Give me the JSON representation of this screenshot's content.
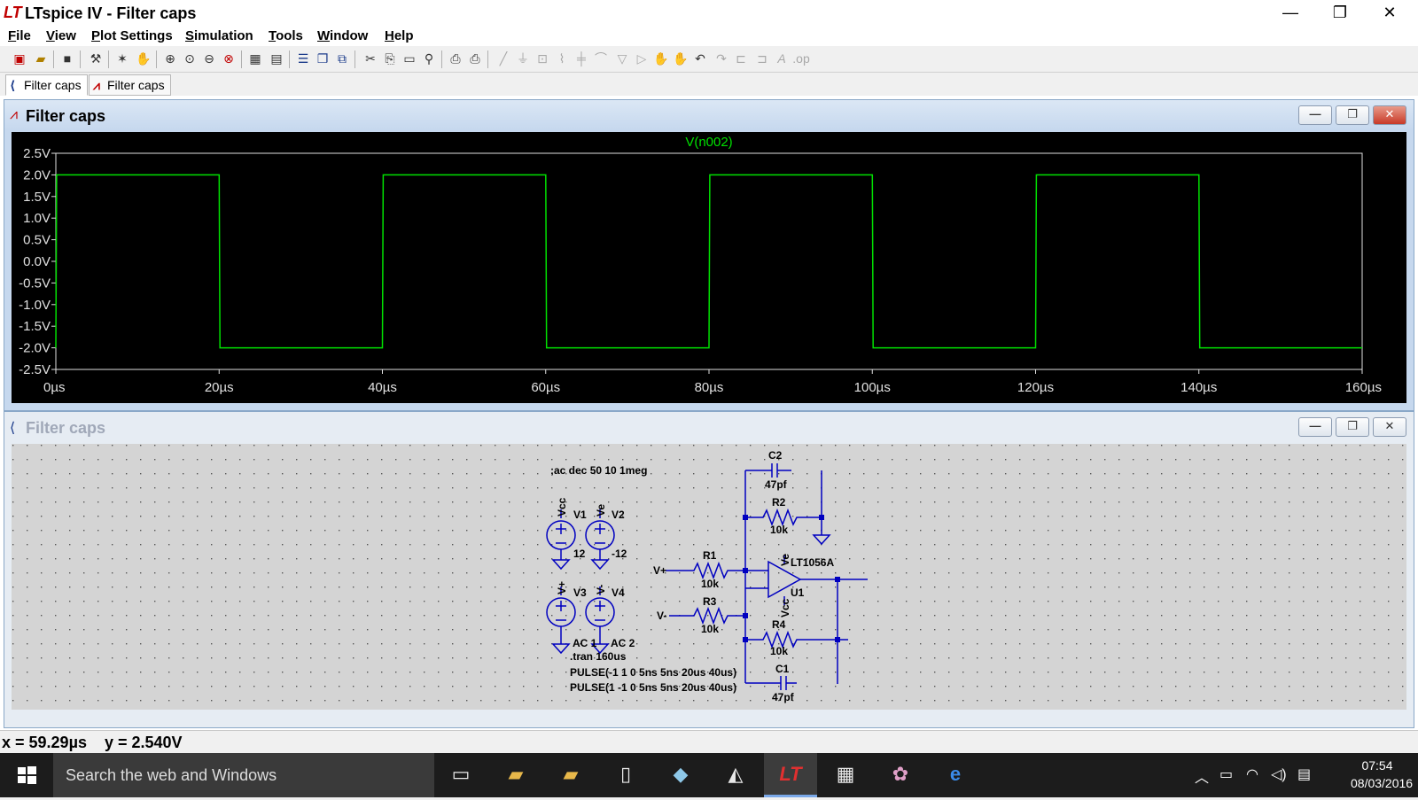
{
  "window": {
    "title": "LTspice IV - Filter caps",
    "logo_text": "LT"
  },
  "window_controls": {
    "minimize": "—",
    "restore": "❐",
    "close": "✕"
  },
  "menu": [
    "File",
    "View",
    "Plot Settings",
    "Simulation",
    "Tools",
    "Window",
    "Help"
  ],
  "toolbar_icons": [
    "new-schematic-icon",
    "open-icon",
    "save-icon",
    "control-panel-icon",
    "run-icon",
    "pan-icon",
    "zoom-in-icon",
    "zoom-area-icon",
    "zoom-out-icon",
    "zoom-cancel-icon",
    "autorange-icon",
    "zoom-full-icon",
    "tile-horizontal-icon",
    "cascade-icon",
    "close-all-icon",
    "cut-icon",
    "copy-icon",
    "paste-icon",
    "find-icon",
    "print-setup-icon",
    "print-icon",
    "draw-wire-icon",
    "ground-icon",
    "label-net-icon",
    "resistor-icon",
    "capacitor-icon",
    "inductor-icon",
    "diode-icon",
    "component-icon",
    "move-icon",
    "drag-icon",
    "undo-icon",
    "redo-icon",
    "rotate-icon",
    "mirror-icon",
    "text-icon",
    "spice-directive-icon"
  ],
  "tabs": [
    {
      "label": "Filter caps",
      "icon": "schematic-icon"
    },
    {
      "label": "Filter caps",
      "icon": "waveform-icon"
    }
  ],
  "plot_window": {
    "title": "Filter caps"
  },
  "schematic_window": {
    "title": "Filter caps"
  },
  "chart_data": {
    "type": "line",
    "title": "V(n002)",
    "xlabel": "",
    "ylabel": "",
    "xlim": [
      0,
      160
    ],
    "ylim": [
      -2.5,
      2.5
    ],
    "x_ticks": [
      "0µs",
      "20µs",
      "40µs",
      "60µs",
      "80µs",
      "100µs",
      "120µs",
      "140µs",
      "160µs"
    ],
    "y_ticks": [
      "2.5V",
      "2.0V",
      "1.5V",
      "1.0V",
      "0.5V",
      "0.0V",
      "-0.5V",
      "-1.0V",
      "-1.5V",
      "-2.0V",
      "-2.5V"
    ],
    "grid": false,
    "series": [
      {
        "name": "V(n002)",
        "color": "#00e000",
        "x": [
          0,
          0.1,
          20,
          20.1,
          40,
          40.1,
          60,
          60.1,
          80,
          80.1,
          100,
          100.1,
          120,
          120.1,
          140,
          140.1,
          160
        ],
        "y": [
          -2.0,
          2.0,
          2.0,
          -2.0,
          -2.0,
          2.0,
          2.0,
          -2.0,
          -2.0,
          2.0,
          2.0,
          -2.0,
          -2.0,
          2.0,
          2.0,
          -2.0,
          -2.0
        ]
      }
    ]
  },
  "schematic": {
    "directives": {
      "ac": ";ac dec 50 10 1meg",
      "tran": ".tran 160us",
      "pulse1": "PULSE(-1 1 0 5ns 5ns 20us 40us)",
      "pulse2": "PULSE(1 -1 0 5ns 5ns 20us 40us)"
    },
    "components": {
      "c2_name": "C2",
      "c2_value": "47pf",
      "r2_name": "R2",
      "r2_value": "10k",
      "r1_name": "R1",
      "r1_value": "10k",
      "r3_name": "R3",
      "r3_value": "10k",
      "r4_name": "R4",
      "r4_value": "10k",
      "c1_name": "C1",
      "c1_value": "47pf",
      "u1_name": "U1",
      "u1_model": "LT1056A",
      "v1_name": "V1",
      "v1_value": "12",
      "v2_name": "V2",
      "v2_value": "-12",
      "v3_name": "V3",
      "v3_value": "AC 1",
      "v4_name": "V4",
      "v4_value": "AC 2"
    },
    "nets": {
      "vcc": "Vcc",
      "ve": "Ve",
      "vplus": "V+",
      "vminus": "V-",
      "in_plus": "V+",
      "in_minus": "V-",
      "opamp_ve": "Ve",
      "opamp_vcc": "Vcc"
    }
  },
  "status": {
    "text": "x = 59.29µs    y = 2.540V"
  },
  "taskbar": {
    "search_placeholder": "Search the web and Windows",
    "apps": [
      "task-view-icon",
      "file-explorer-icon",
      "folder-icon",
      "document-icon",
      "notebook-icon",
      "fox-icon",
      "ltspice-icon",
      "calculator-icon",
      "paint-icon",
      "edge-icon"
    ],
    "tray": [
      "chevron-up-icon",
      "battery-icon",
      "wifi-icon",
      "volume-icon",
      "notifications-icon"
    ],
    "time": "07:54",
    "date": "08/03/2016"
  },
  "colors": {
    "trace": "#00e000",
    "plot_bg": "#000000",
    "wire": "#0000c0",
    "schematic_bg": "#d4d4d4"
  }
}
